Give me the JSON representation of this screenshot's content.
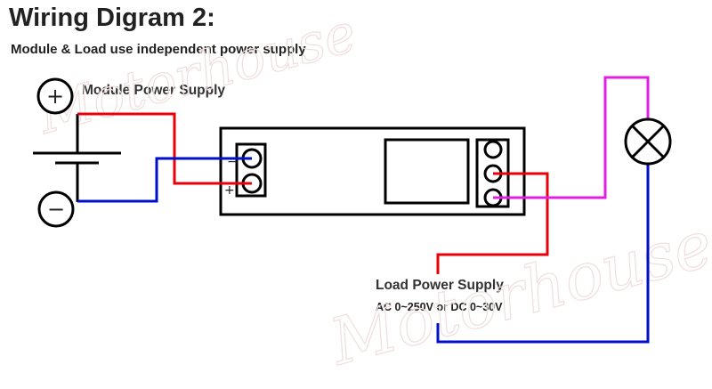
{
  "title": "Wiring Digram 2:",
  "subtitle": "Module & Load use independent power supply",
  "labels": {
    "module_power_supply": "Module Power Supply",
    "load_power_supply": "Load Power Supply",
    "load_range": "AC 0~250V or DC 0~30V"
  },
  "symbols": {
    "positive": "+",
    "negative": "−",
    "terminal_minus": "−",
    "terminal_plus": "+"
  },
  "watermark": "Motorhouse",
  "colors": {
    "wire_positive": "#e8000a",
    "wire_negative": "#0010c8",
    "wire_load": "#e020e0",
    "outline": "#000000"
  }
}
